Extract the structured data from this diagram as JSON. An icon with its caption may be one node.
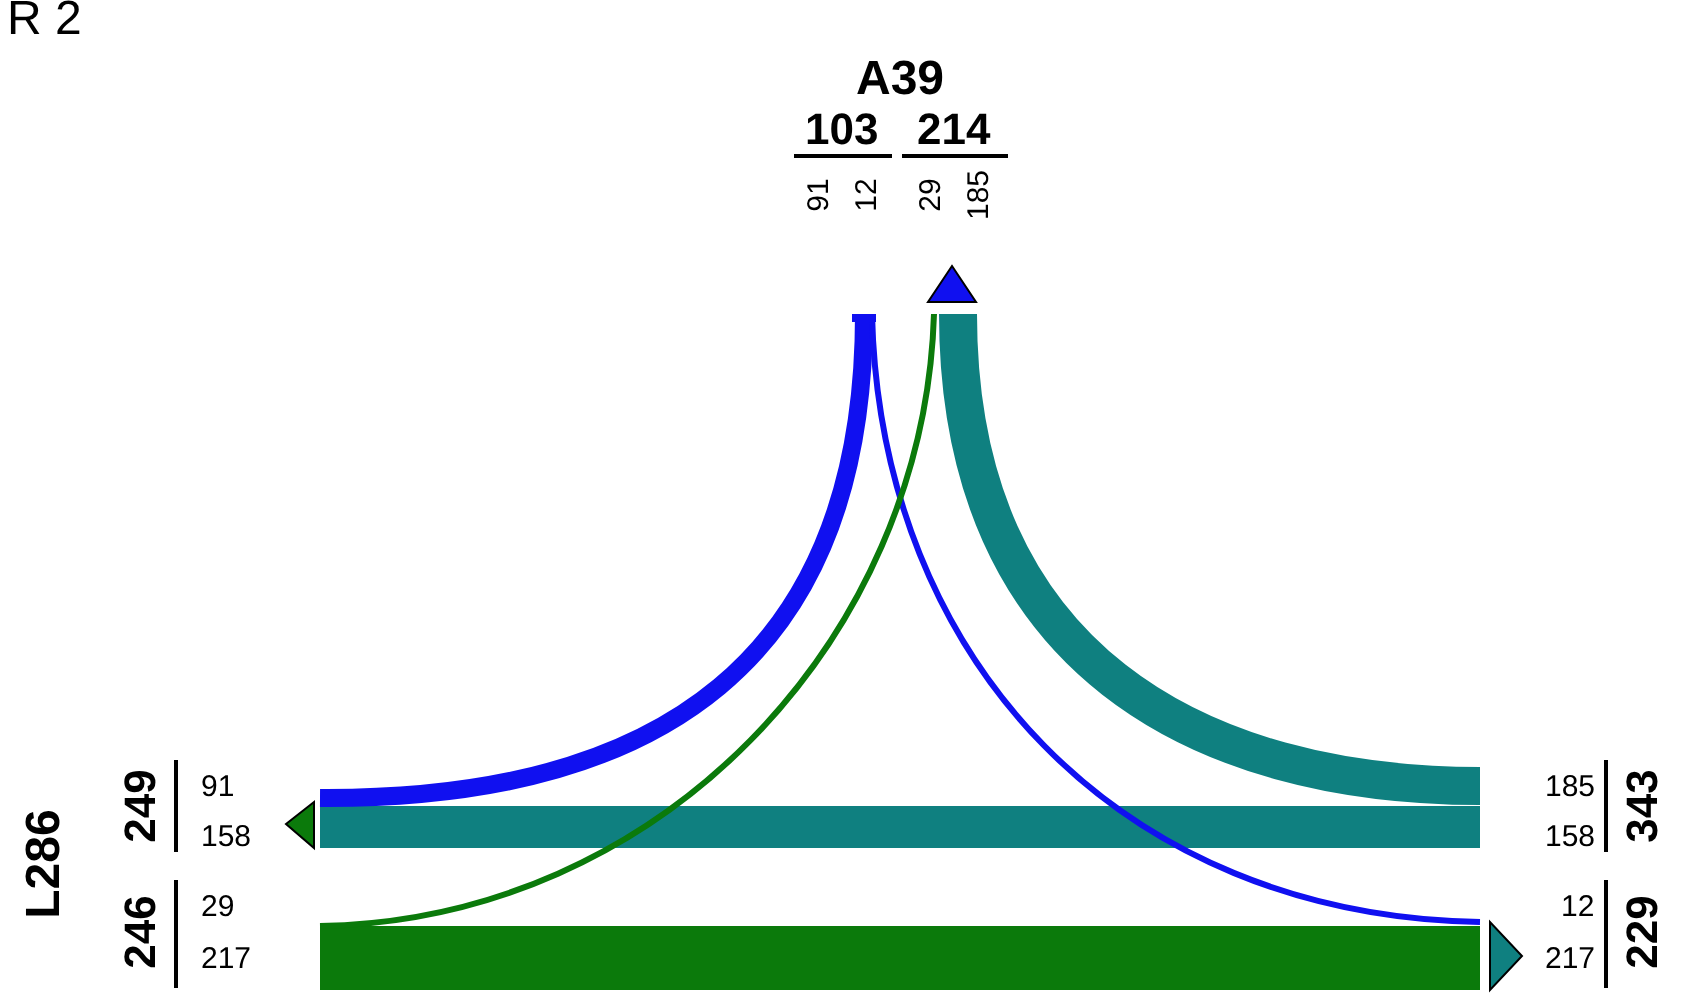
{
  "diagram": {
    "labels": [
      "R 2",
      "A39",
      "103",
      "214",
      "91",
      "12",
      "29",
      "185",
      "L286",
      "249",
      "91",
      "158",
      "246",
      "29",
      "217",
      "185",
      "158",
      "343",
      "12",
      "217",
      "229"
    ]
  }
}
